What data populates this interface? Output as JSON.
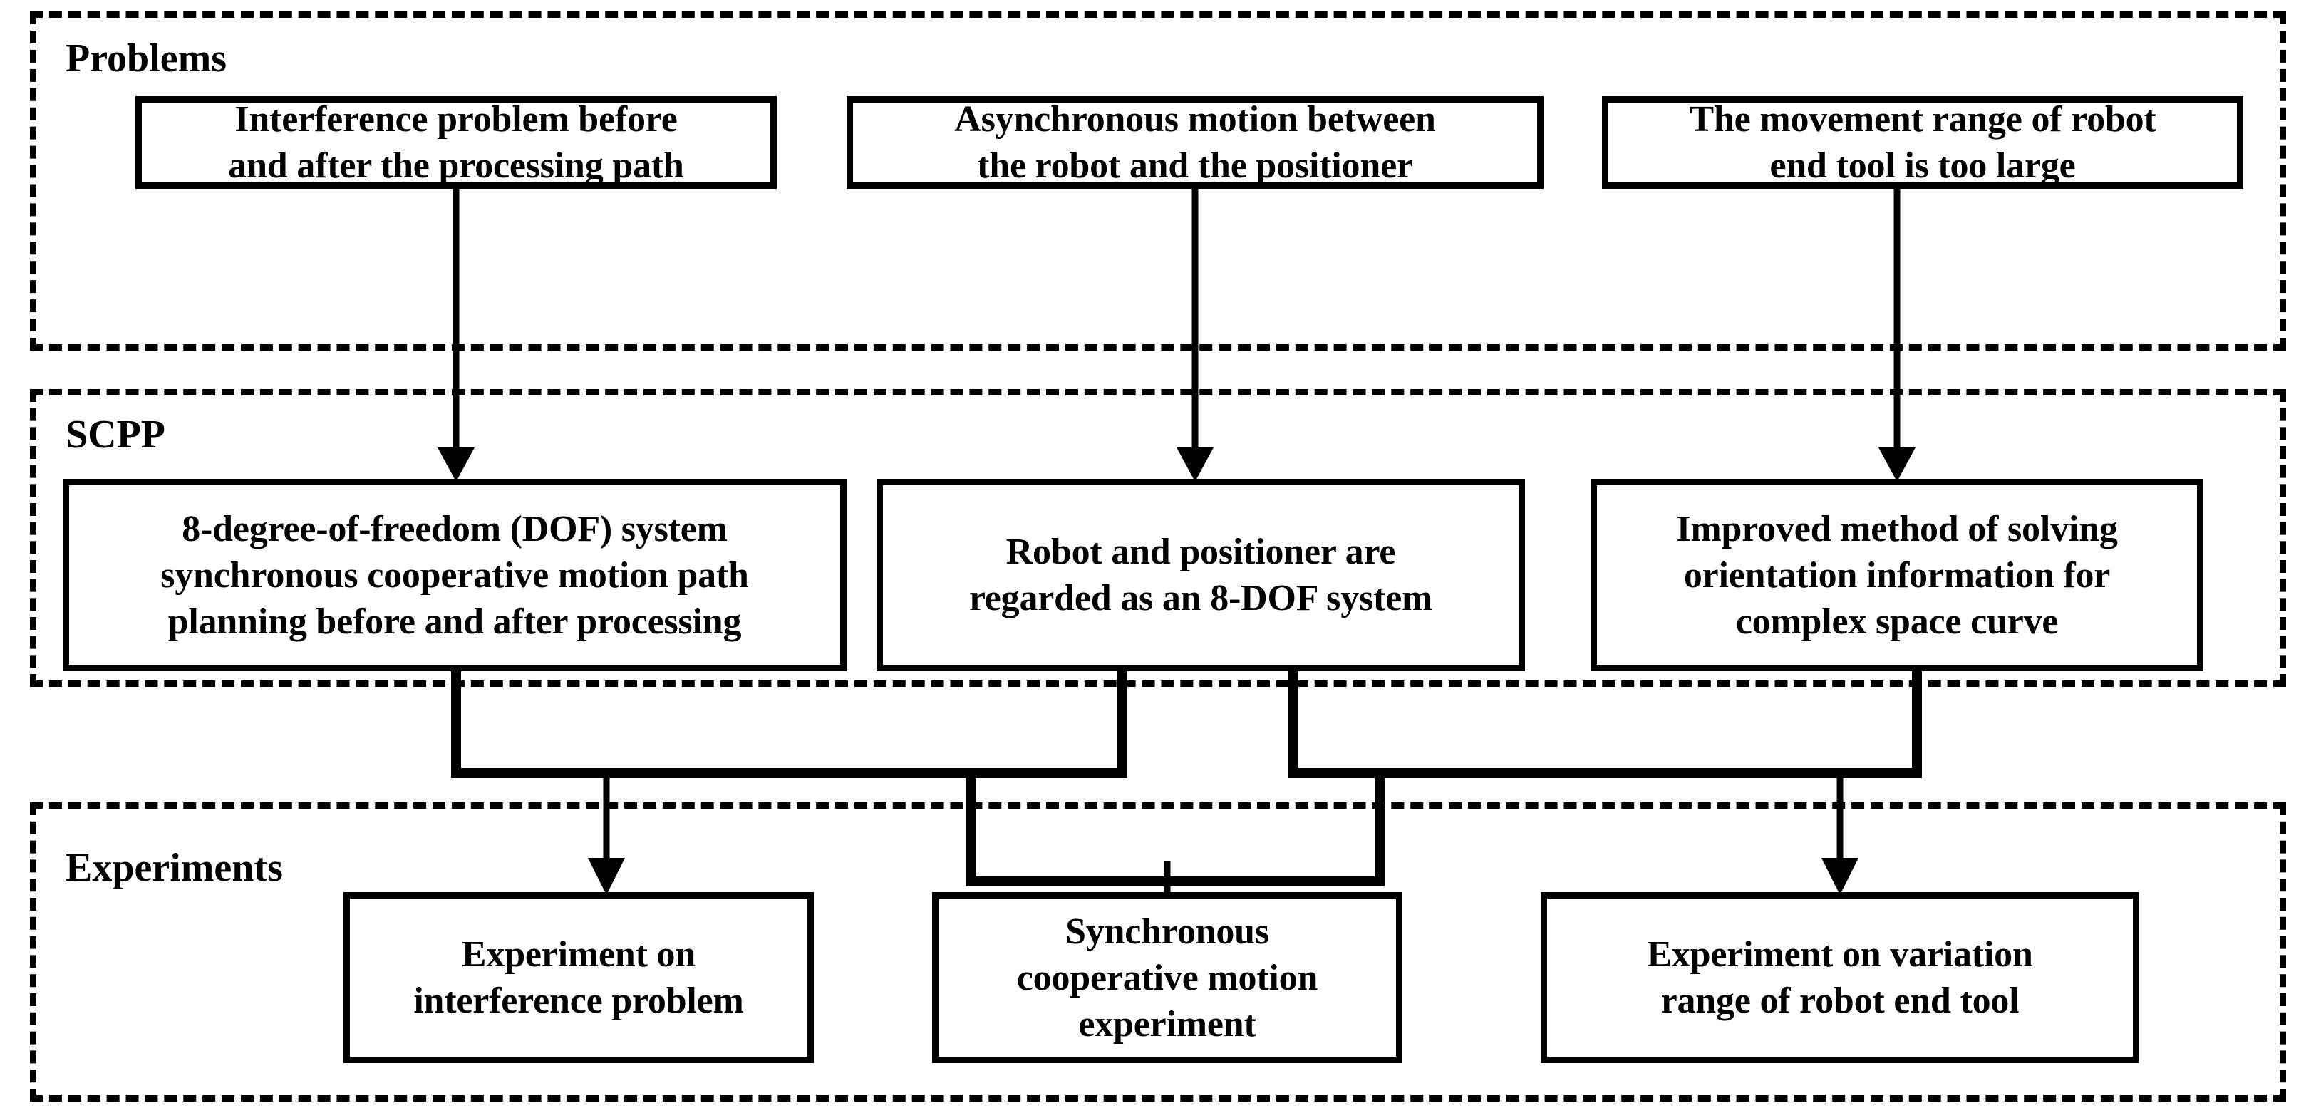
{
  "diagram": {
    "type": "flowchart",
    "title": "",
    "sections": [
      {
        "id": "problems",
        "label": "Problems",
        "nodes": [
          {
            "id": "p1",
            "line1": "Interference problem before",
            "line2": "and after the processing path"
          },
          {
            "id": "p2",
            "line1": "Asynchronous motion between",
            "line2": "the robot and the positioner"
          },
          {
            "id": "p3",
            "line1": "The movement range of robot",
            "line2": "end tool is too large"
          }
        ]
      },
      {
        "id": "scpp",
        "label": "SCPP",
        "nodes": [
          {
            "id": "s1",
            "line1": "8-degree-of-freedom (DOF) system",
            "line2": "synchronous cooperative motion path",
            "line3": "planning before and after processing"
          },
          {
            "id": "s2",
            "line1": "Robot and positioner are",
            "line2": "regarded as an 8-DOF system",
            "line3": ""
          },
          {
            "id": "s3",
            "line1": "Improved method of solving",
            "line2": "orientation information for",
            "line3": "complex space curve"
          }
        ]
      },
      {
        "id": "experiments",
        "label": "Experiments",
        "nodes": [
          {
            "id": "e1",
            "line1": "Experiment on",
            "line2": "interference problem",
            "line3": ""
          },
          {
            "id": "e2",
            "line1": "Synchronous",
            "line2": "cooperative motion",
            "line3": "experiment"
          },
          {
            "id": "e3",
            "line1": "Experiment on variation",
            "line2": "range of robot end tool",
            "line3": ""
          }
        ]
      }
    ],
    "edges": [
      {
        "from": "p1",
        "to": "s1"
      },
      {
        "from": "p2",
        "to": "s2"
      },
      {
        "from": "p3",
        "to": "s3"
      },
      {
        "from": "s1",
        "to": "e1"
      },
      {
        "from": "s2",
        "to": "e1"
      },
      {
        "from": "s2",
        "to": "e2"
      },
      {
        "from": "s2",
        "to": "e3"
      },
      {
        "from": "s3",
        "to": "e2"
      },
      {
        "from": "s3",
        "to": "e3"
      }
    ],
    "colors": {
      "stroke": "#000000",
      "fill": "#ffffff",
      "text": "#000000"
    }
  }
}
